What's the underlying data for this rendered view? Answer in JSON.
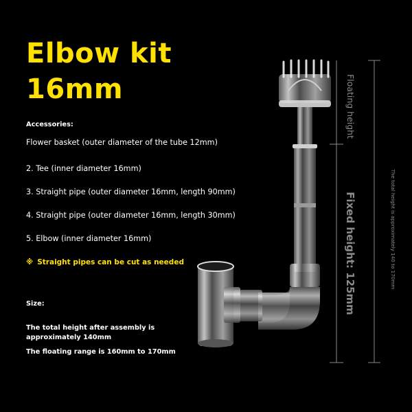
{
  "title_line1": "Elbow kit",
  "title_line2": "16mm",
  "accessories": {
    "heading": "Accessories:",
    "items": [
      "Flower basket (outer diameter of the tube 12mm)",
      "2. Tee (inner diameter 16mm)",
      "3. Straight pipe (outer diameter 16mm, length 90mm)",
      "4. Straight pipe (outer diameter 16mm, length 30mm)",
      "5. Elbow (inner diameter 16mm)"
    ]
  },
  "note": {
    "icon": "reference-mark-icon",
    "symbol": "※",
    "text": "Straight pipes can be cut as needed"
  },
  "size": {
    "heading": "Size:",
    "line1": "The total height after assembly is",
    "line2": "approximately 140mm",
    "line3": "The floating range is 160mm to 170mm"
  },
  "labels": {
    "floating": "Floating height",
    "fixed": "Fixed height: 125mm",
    "total": "The total height is approximately 140 to 170mm"
  },
  "colors": {
    "title": "#FFE100",
    "note": "#FFE100",
    "text": "#FFFFFF",
    "dimension": "#8A8A8A"
  }
}
